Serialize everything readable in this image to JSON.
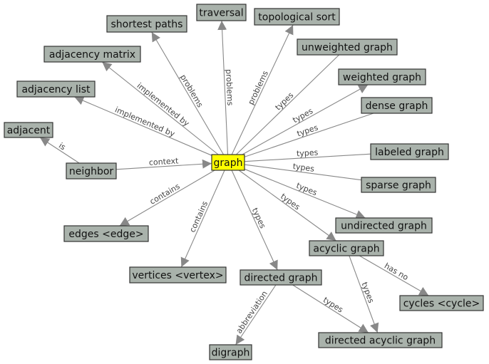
{
  "diagram": {
    "nodes": [
      {
        "id": "graph",
        "label": "graph",
        "highlight": true
      },
      {
        "id": "shortest",
        "label": "shortest paths"
      },
      {
        "id": "traversal",
        "label": "traversal"
      },
      {
        "id": "topo",
        "label": "topological sort"
      },
      {
        "id": "unweighted",
        "label": "unweighted graph"
      },
      {
        "id": "adjmatrix",
        "label": "adjacency matrix"
      },
      {
        "id": "weighted",
        "label": "weighted graph"
      },
      {
        "id": "adjlist",
        "label": "adjacency list"
      },
      {
        "id": "dense",
        "label": "dense graph"
      },
      {
        "id": "adjacent",
        "label": "adjacent"
      },
      {
        "id": "labeled",
        "label": "labeled graph"
      },
      {
        "id": "neighbor",
        "label": "neighbor"
      },
      {
        "id": "sparse",
        "label": "sparse graph"
      },
      {
        "id": "edges",
        "label": "edges <edge>"
      },
      {
        "id": "undirected",
        "label": "undirected graph"
      },
      {
        "id": "acyclic",
        "label": "acyclic graph"
      },
      {
        "id": "vertices",
        "label": "vertices <vertex>"
      },
      {
        "id": "directed",
        "label": "directed graph"
      },
      {
        "id": "cycles",
        "label": "cycles <cycle>"
      },
      {
        "id": "dag",
        "label": "directed acyclic graph"
      },
      {
        "id": "digraph",
        "label": "digraph"
      }
    ],
    "edges": [
      {
        "from": "graph",
        "to": "shortest",
        "label": "problems",
        "arrow": true
      },
      {
        "from": "graph",
        "to": "traversal",
        "label": "problems",
        "arrow": true
      },
      {
        "from": "graph",
        "to": "topo",
        "label": "problems",
        "arrow": true
      },
      {
        "from": "graph",
        "to": "unweighted",
        "label": "types",
        "arrow": false
      },
      {
        "from": "graph",
        "to": "weighted",
        "label": "types",
        "arrow": true
      },
      {
        "from": "graph",
        "to": "dense",
        "label": "types",
        "arrow": false
      },
      {
        "from": "graph",
        "to": "labeled",
        "label": "types",
        "arrow": false
      },
      {
        "from": "graph",
        "to": "sparse",
        "label": "types",
        "arrow": false
      },
      {
        "from": "graph",
        "to": "undirected",
        "label": "types",
        "arrow": true
      },
      {
        "from": "graph",
        "to": "acyclic",
        "label": "types",
        "arrow": true
      },
      {
        "from": "graph",
        "to": "directed",
        "label": "types",
        "arrow": true
      },
      {
        "from": "graph",
        "to": "vertices",
        "label": "contains",
        "arrow": true
      },
      {
        "from": "graph",
        "to": "edges",
        "label": "contains",
        "arrow": true
      },
      {
        "from": "graph",
        "to": "adjmatrix",
        "label": "implemented by",
        "arrow": true
      },
      {
        "from": "graph",
        "to": "adjlist",
        "label": "implemented by",
        "arrow": true
      },
      {
        "from": "neighbor",
        "to": "graph",
        "label": "context",
        "arrow": true
      },
      {
        "from": "neighbor",
        "to": "adjacent",
        "label": "is",
        "arrow": true
      },
      {
        "from": "directed",
        "to": "digraph",
        "label": "abbreviation",
        "arrow": true
      },
      {
        "from": "directed",
        "to": "dag",
        "label": "types",
        "arrow": true
      },
      {
        "from": "acyclic",
        "to": "dag",
        "label": "types",
        "arrow": true
      },
      {
        "from": "acyclic",
        "to": "cycles",
        "label": "has no",
        "arrow": true
      }
    ]
  }
}
